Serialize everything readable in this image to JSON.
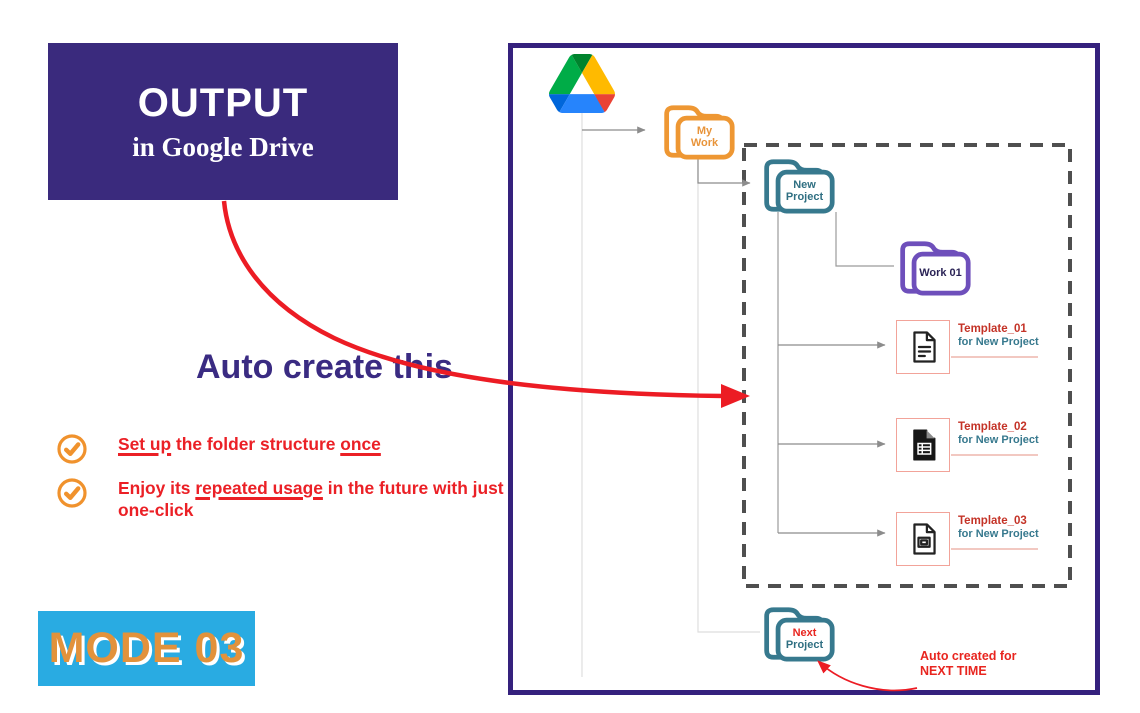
{
  "output_box": {
    "title": "OUTPUT",
    "subtitle": "in Google Drive"
  },
  "auto_create": {
    "label": "Auto create this"
  },
  "checklist": {
    "icon": "check-circle-icon",
    "items": [
      {
        "seg0": "Set up",
        "seg1": " the folder structure ",
        "seg2": "once"
      },
      {
        "seg0": "Enjoy its ",
        "seg1": "repeated usage",
        "seg2": " in the future with just one-click"
      }
    ]
  },
  "mode_badge": {
    "label": "MODE 03"
  },
  "drive": {
    "logo_icon": "google-drive-icon",
    "folders": {
      "my_work": {
        "line1": "My",
        "line2": "Work"
      },
      "new_project": {
        "line1": "New",
        "line2": "Project"
      },
      "work01": {
        "label": "Work 01"
      },
      "next_project": {
        "line1": "Next",
        "line2": "Project"
      }
    },
    "templates": [
      {
        "title": "Template_01",
        "subtitle": "for New Project",
        "icon": "google-docs-icon"
      },
      {
        "title": "Template_02",
        "subtitle": "for New Project",
        "icon": "google-sheets-icon"
      },
      {
        "title": "Template_03",
        "subtitle": "for New Project",
        "icon": "google-slides-icon"
      }
    ],
    "annotation": {
      "line1": "Auto created for",
      "line2": "NEXT TIME"
    }
  },
  "colors": {
    "panel_purple": "#35217D",
    "box_purple": "#3A2A7D",
    "headline_purple": "#3A2B82",
    "red": "#EC1C24",
    "checklist_red": "#EB2026",
    "template_red": "#C43327",
    "teal": "#37798E",
    "folder_orange": "#EE9733",
    "work01_purple": "#6E4FBB",
    "salmon_border": "#F2A399",
    "badge_blue": "#29ABE2",
    "badge_orange": "#E2923B",
    "dash_gray": "#4F4F4F"
  }
}
